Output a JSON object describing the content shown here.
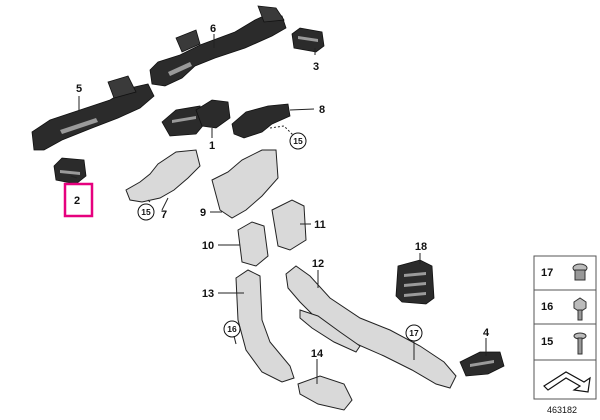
{
  "diagram": {
    "callouts": [
      {
        "id": "1",
        "label": "1"
      },
      {
        "id": "2",
        "label": "2"
      },
      {
        "id": "3",
        "label": "3"
      },
      {
        "id": "4",
        "label": "4"
      },
      {
        "id": "5",
        "label": "5"
      },
      {
        "id": "6",
        "label": "6"
      },
      {
        "id": "7",
        "label": "7"
      },
      {
        "id": "8",
        "label": "8"
      },
      {
        "id": "9",
        "label": "9"
      },
      {
        "id": "10",
        "label": "10"
      },
      {
        "id": "11",
        "label": "11"
      },
      {
        "id": "12",
        "label": "12"
      },
      {
        "id": "13",
        "label": "13"
      },
      {
        "id": "14",
        "label": "14"
      },
      {
        "id": "18",
        "label": "18"
      }
    ],
    "circled_callouts": [
      {
        "id": "15a",
        "label": "15"
      },
      {
        "id": "15b",
        "label": "15"
      },
      {
        "id": "15c",
        "label": "15"
      },
      {
        "id": "16",
        "label": "16"
      },
      {
        "id": "17",
        "label": "17"
      }
    ],
    "highlighted_part": "2",
    "highlight_color": "#e6007e",
    "legend": [
      {
        "label": "17",
        "icon": "clip-nut-icon"
      },
      {
        "label": "16",
        "icon": "hex-screw-icon"
      },
      {
        "label": "15",
        "icon": "tapping-screw-icon"
      }
    ],
    "legend_footer_icon": "bracket-arrow-icon",
    "document_id": "463182"
  }
}
